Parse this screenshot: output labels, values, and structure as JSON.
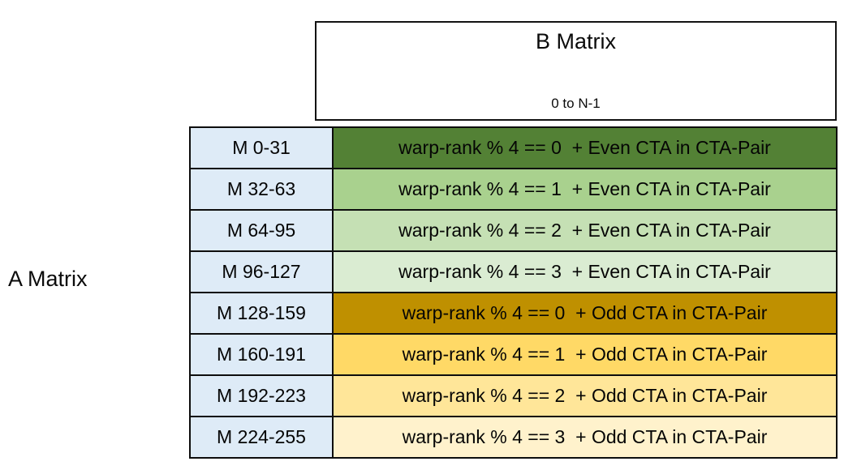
{
  "a_matrix": {
    "label": "A Matrix"
  },
  "b_matrix": {
    "title": "B Matrix",
    "range": "0 to N-1"
  },
  "table": {
    "label_column_bg": "#deebf7",
    "rows": [
      {
        "m_range": "M 0-31",
        "assignment": "warp-rank % 4 == 0  + Even CTA in CTA-Pair",
        "color": "#538135"
      },
      {
        "m_range": "M 32-63",
        "assignment": "warp-rank % 4 == 1  + Even CTA in CTA-Pair",
        "color": "#a9d18e"
      },
      {
        "m_range": "M 64-95",
        "assignment": "warp-rank % 4 == 2  + Even CTA in CTA-Pair",
        "color": "#c5e0b4"
      },
      {
        "m_range": "M 96-127",
        "assignment": "warp-rank % 4 == 3  + Even CTA in CTA-Pair",
        "color": "#daecd2"
      },
      {
        "m_range": "M 128-159",
        "assignment": "warp-rank % 4 == 0  + Odd CTA in CTA-Pair",
        "color": "#bf9000"
      },
      {
        "m_range": "M 160-191",
        "assignment": "warp-rank % 4 == 1  + Odd CTA in CTA-Pair",
        "color": "#ffd966"
      },
      {
        "m_range": "M 192-223",
        "assignment": "warp-rank % 4 == 2  + Odd CTA in CTA-Pair",
        "color": "#ffe699"
      },
      {
        "m_range": "M 224-255",
        "assignment": "warp-rank % 4 == 3  + Odd CTA in CTA-Pair",
        "color": "#fff2cc"
      }
    ]
  }
}
